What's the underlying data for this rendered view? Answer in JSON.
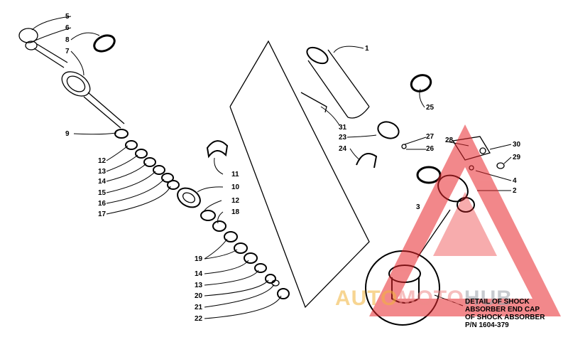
{
  "colors": {
    "line": "#000000",
    "watermark_red": "#e8262b",
    "watermark_orange": "#f2b43a",
    "watermark_grey": "#9aa0a8"
  },
  "callouts": {
    "c5": "5",
    "c6": "6",
    "c8": "8",
    "c7": "7",
    "c1": "1",
    "c25": "25",
    "c31": "31",
    "c23": "23",
    "c27": "27",
    "c28": "28",
    "c30": "30",
    "c24": "24",
    "c26": "26",
    "c29": "29",
    "c4": "4",
    "c2": "2",
    "c3": "3",
    "c9": "9",
    "c12a": "12",
    "c13a": "13",
    "c14a": "14",
    "c15": "15",
    "c16": "16",
    "c17": "17",
    "c11": "11",
    "c10": "10",
    "c12b": "12",
    "c18": "18",
    "c19": "19",
    "c14b": "14",
    "c13b": "13",
    "c20": "20",
    "c21": "21",
    "c22": "22"
  },
  "detail_note": {
    "line1": "DETAIL OF SHOCK",
    "line2": "ABSORBER END CAP",
    "line3": "OF SHOCK ABSORBER",
    "line4": "P/N 1604-379"
  },
  "watermark": {
    "part1": "AUTO",
    "part2": "MOTO",
    "part3": "HUB"
  }
}
